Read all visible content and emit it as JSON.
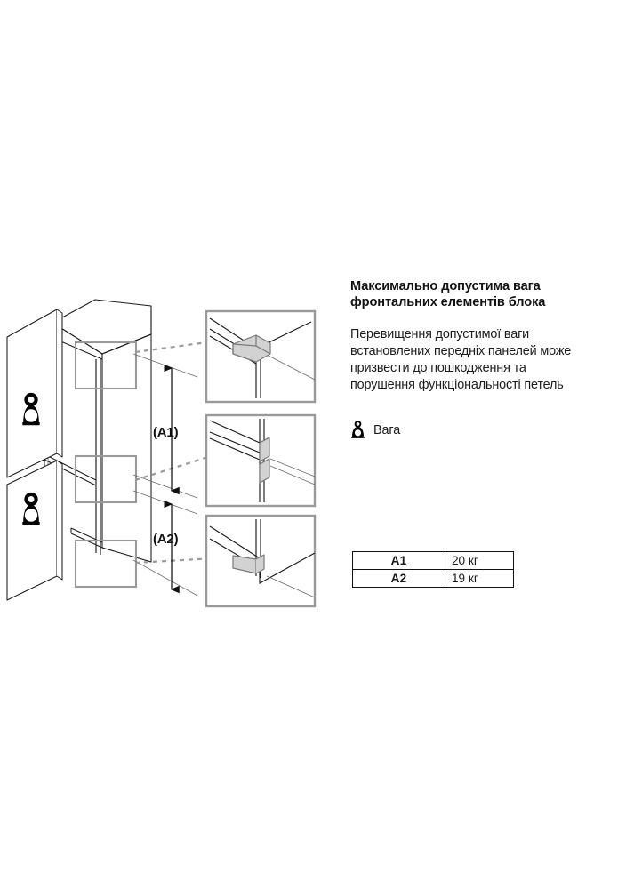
{
  "document": {
    "type": "appliance-installation-diagram",
    "language": "uk",
    "background_color": "#ffffff"
  },
  "text_column": {
    "heading": "Максимально допустима вага\nфронтальних елементів блока",
    "paragraph": "Перевищення допустимої ваги\nвстановлених передніх панелей може\nпризвести до пошкодження та\nпорушення функціональності петель"
  },
  "legend": {
    "icon": "weight-icon",
    "label": "Вага"
  },
  "weight_table": {
    "rows": [
      {
        "code": "A1",
        "value": "20 кг"
      },
      {
        "code": "A2",
        "value": "19 кг"
      }
    ]
  },
  "dimensions": {
    "a1_label": "(A1)",
    "a2_label": "(A2)"
  },
  "drawing": {
    "colors": {
      "outline": "#1c1c1c",
      "thin_line": "#6b6b6b",
      "callout_box": "#9a9a9a",
      "leader_dash": "#9a9a9a",
      "hinge_fill": "#d2d2d2",
      "hinge_stroke": "#7a7a7a",
      "icon_fill": "#000000"
    },
    "door_panels": [
      {
        "name": "upper-door-panel",
        "icon": "weight-icon"
      },
      {
        "name": "lower-door-panel",
        "icon": "weight-icon"
      }
    ],
    "callout_boxes": [
      {
        "name": "callout-box-top"
      },
      {
        "name": "callout-box-middle"
      },
      {
        "name": "callout-box-bottom"
      }
    ],
    "detail_views": [
      {
        "name": "detail-view-top-hinge"
      },
      {
        "name": "detail-view-middle-hinge"
      },
      {
        "name": "detail-view-bottom-hinge"
      }
    ]
  }
}
